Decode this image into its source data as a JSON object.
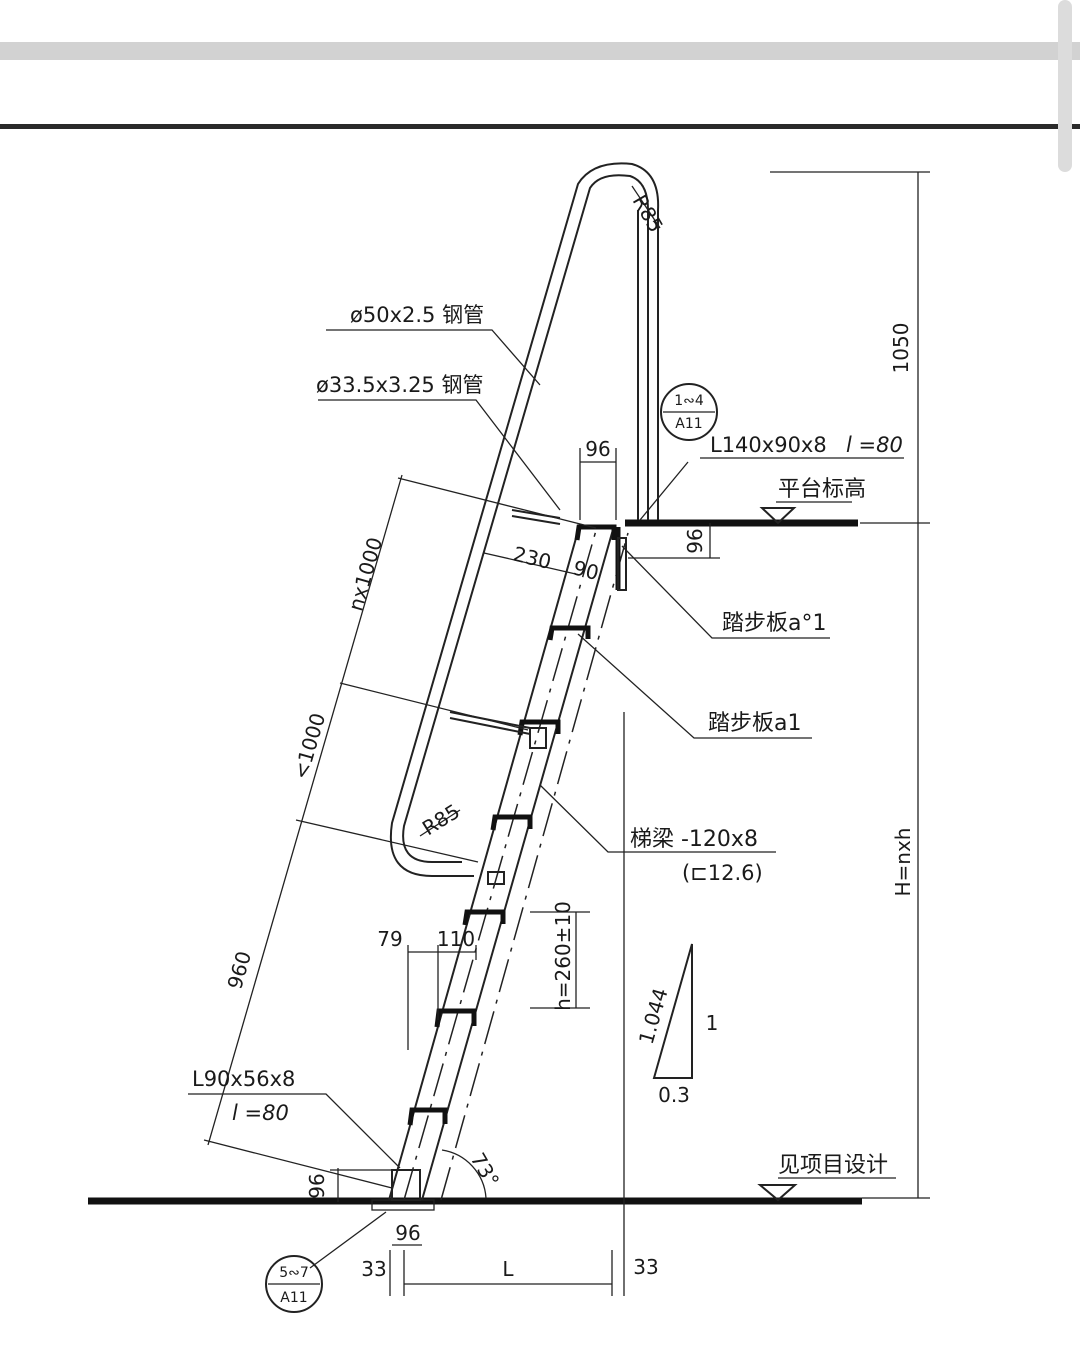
{
  "labels": {
    "pipe_50": "ø50x2.5 钢管",
    "pipe_33": "ø33.5x3.25 钢管",
    "angle_top": "L140x90x8",
    "angle_top_len": "l =80",
    "platform": "平台标高",
    "tread_a1_prime": "踏步板a°1",
    "tread_a1": "踏步板a1",
    "beam": "梯梁 -120x8",
    "beam_alt": "(⊏12.6)",
    "angle_bottom": "L90x56x8",
    "angle_bottom_len": "l =80",
    "ground": "见项目设计",
    "total_height": "H=nxh",
    "step_height": "h=260±10"
  },
  "dimensions": {
    "top_1050": "1050",
    "r85_top": "R85",
    "r85_bottom": "R85",
    "d96_top": "96",
    "d96_platform": "96",
    "d230": "230",
    "d90": "90",
    "nx1000": "nx1000",
    "lt1000": "<1000",
    "d960": "960",
    "d79": "79",
    "d110": "110",
    "d96_bottom_left": "96",
    "d96_bottom": "96",
    "d33_left": "33",
    "d33_right": "33",
    "length_L": "L",
    "angle_73": "73°"
  },
  "slope": {
    "hyp": "1.044",
    "vertical": "1",
    "horizontal": "0.3"
  },
  "detail_top": {
    "top": "1∾4",
    "bottom": "A11"
  },
  "detail_bottom": {
    "top": "5∾7",
    "bottom": "A11"
  }
}
